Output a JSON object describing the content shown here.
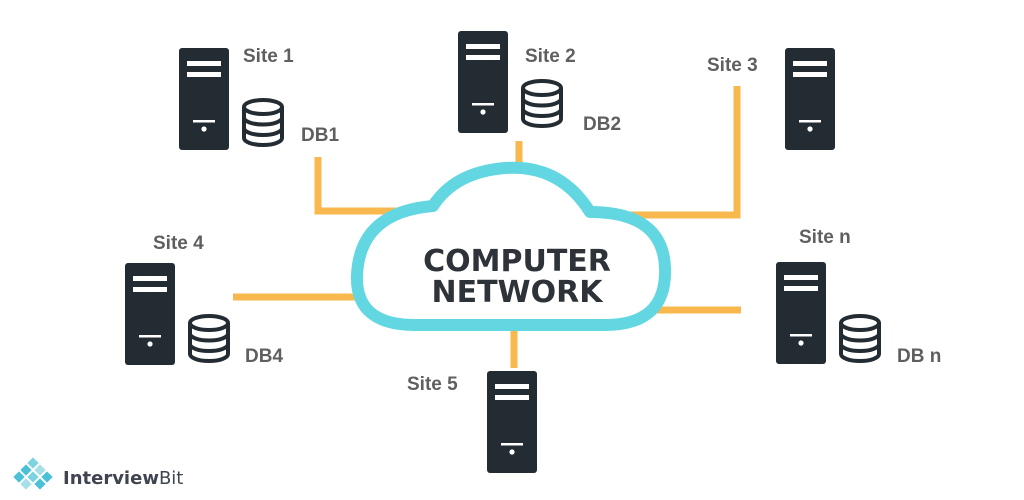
{
  "colors": {
    "link": "#f8b84e",
    "cloud_outline": "#63d7e1",
    "server": "#232b33",
    "label": "#5f5f5f",
    "cloud_text": "#2e333a",
    "logo_accent": "#4bc0d6"
  },
  "network": {
    "line1": "COMPUTER",
    "line2": "NETWORK"
  },
  "sites": [
    {
      "label": "Site 1",
      "db": "DB1"
    },
    {
      "label": "Site 2",
      "db": "DB2"
    },
    {
      "label": "Site 3"
    },
    {
      "label": "Site 4",
      "db": "DB4"
    },
    {
      "label": "Site 5"
    },
    {
      "label": "Site n",
      "db": "DB n"
    }
  ],
  "icons": {
    "server": "server-tower-icon",
    "database": "database-icon",
    "cloud": "cloud-icon"
  },
  "brand": {
    "prefix": "Interview",
    "suffix": "Bit"
  }
}
